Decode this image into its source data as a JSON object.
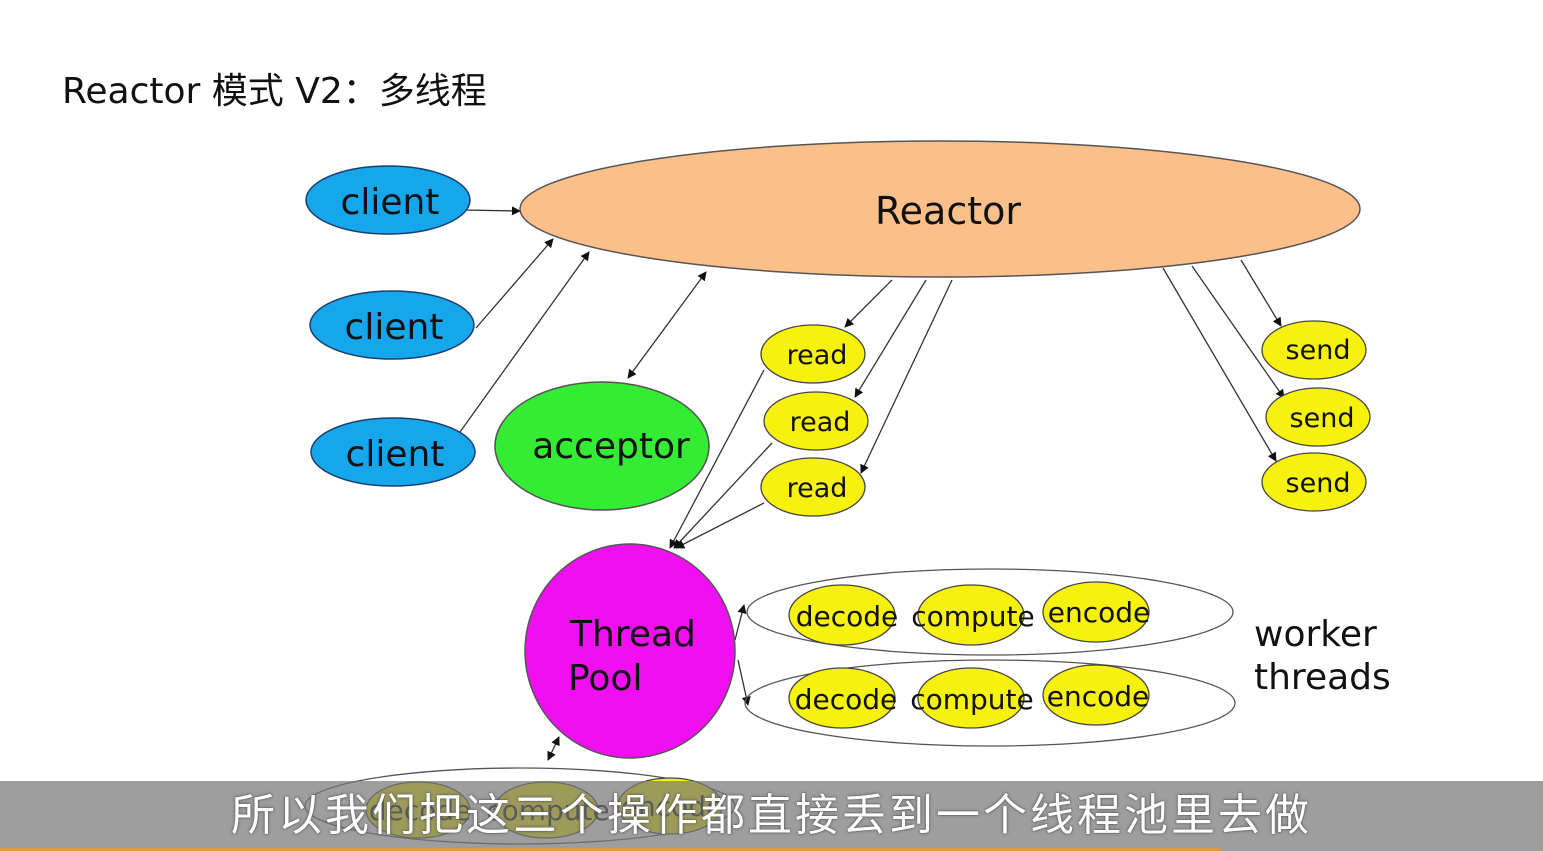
{
  "slide": {
    "title": "Reactor 模式 V2：多线程"
  },
  "diagram": {
    "reactor": "Reactor",
    "clients": [
      "client",
      "client",
      "client"
    ],
    "acceptor": "acceptor",
    "reads": [
      "read",
      "read",
      "read"
    ],
    "sends": [
      "send",
      "send",
      "send"
    ],
    "thread_pool": [
      "Thread",
      "Pool"
    ],
    "worker_rows": [
      [
        "decode",
        "compute",
        "encode"
      ],
      [
        "decode",
        "compute",
        "encode"
      ],
      [
        "decode",
        "compute",
        "encode"
      ]
    ],
    "worker_label": [
      "worker",
      "threads"
    ],
    "colors": {
      "reactor": "#fbc08a",
      "client": "#16a6ec",
      "acceptor": "#35ec35",
      "task": "#f7f20d",
      "thread_pool": "#f00ff0"
    }
  },
  "subtitle": "所以我们把这三个操作都直接丢到一个线程池里去做"
}
